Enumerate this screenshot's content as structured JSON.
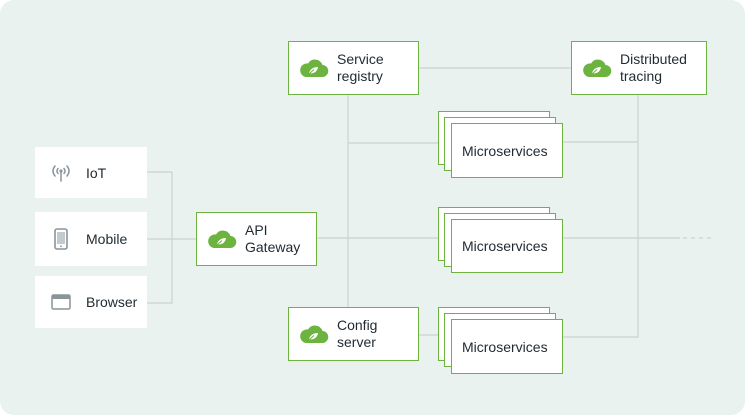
{
  "colors": {
    "background": "#eaf2ef",
    "accent": "#6db33f",
    "line": "#c9d3cf",
    "icon": "#8a9499"
  },
  "clients": [
    {
      "label": "IoT",
      "icon": "antenna-icon"
    },
    {
      "label": "Mobile",
      "icon": "mobile-phone-icon"
    },
    {
      "label": "Browser",
      "icon": "browser-window-icon"
    }
  ],
  "gateway": {
    "line1": "API",
    "line2": "Gateway",
    "icon": "spring-cloud-icon"
  },
  "service_registry": {
    "line1": "Service",
    "line2": "registry",
    "icon": "spring-cloud-icon"
  },
  "config_server": {
    "line1": "Config",
    "line2": "server",
    "icon": "spring-cloud-icon"
  },
  "distributed_tracing": {
    "line1": "Distributed",
    "line2": "tracing",
    "icon": "spring-cloud-icon"
  },
  "microservices": [
    {
      "label": "Microservices"
    },
    {
      "label": "Microservices"
    },
    {
      "label": "Microservices"
    }
  ]
}
